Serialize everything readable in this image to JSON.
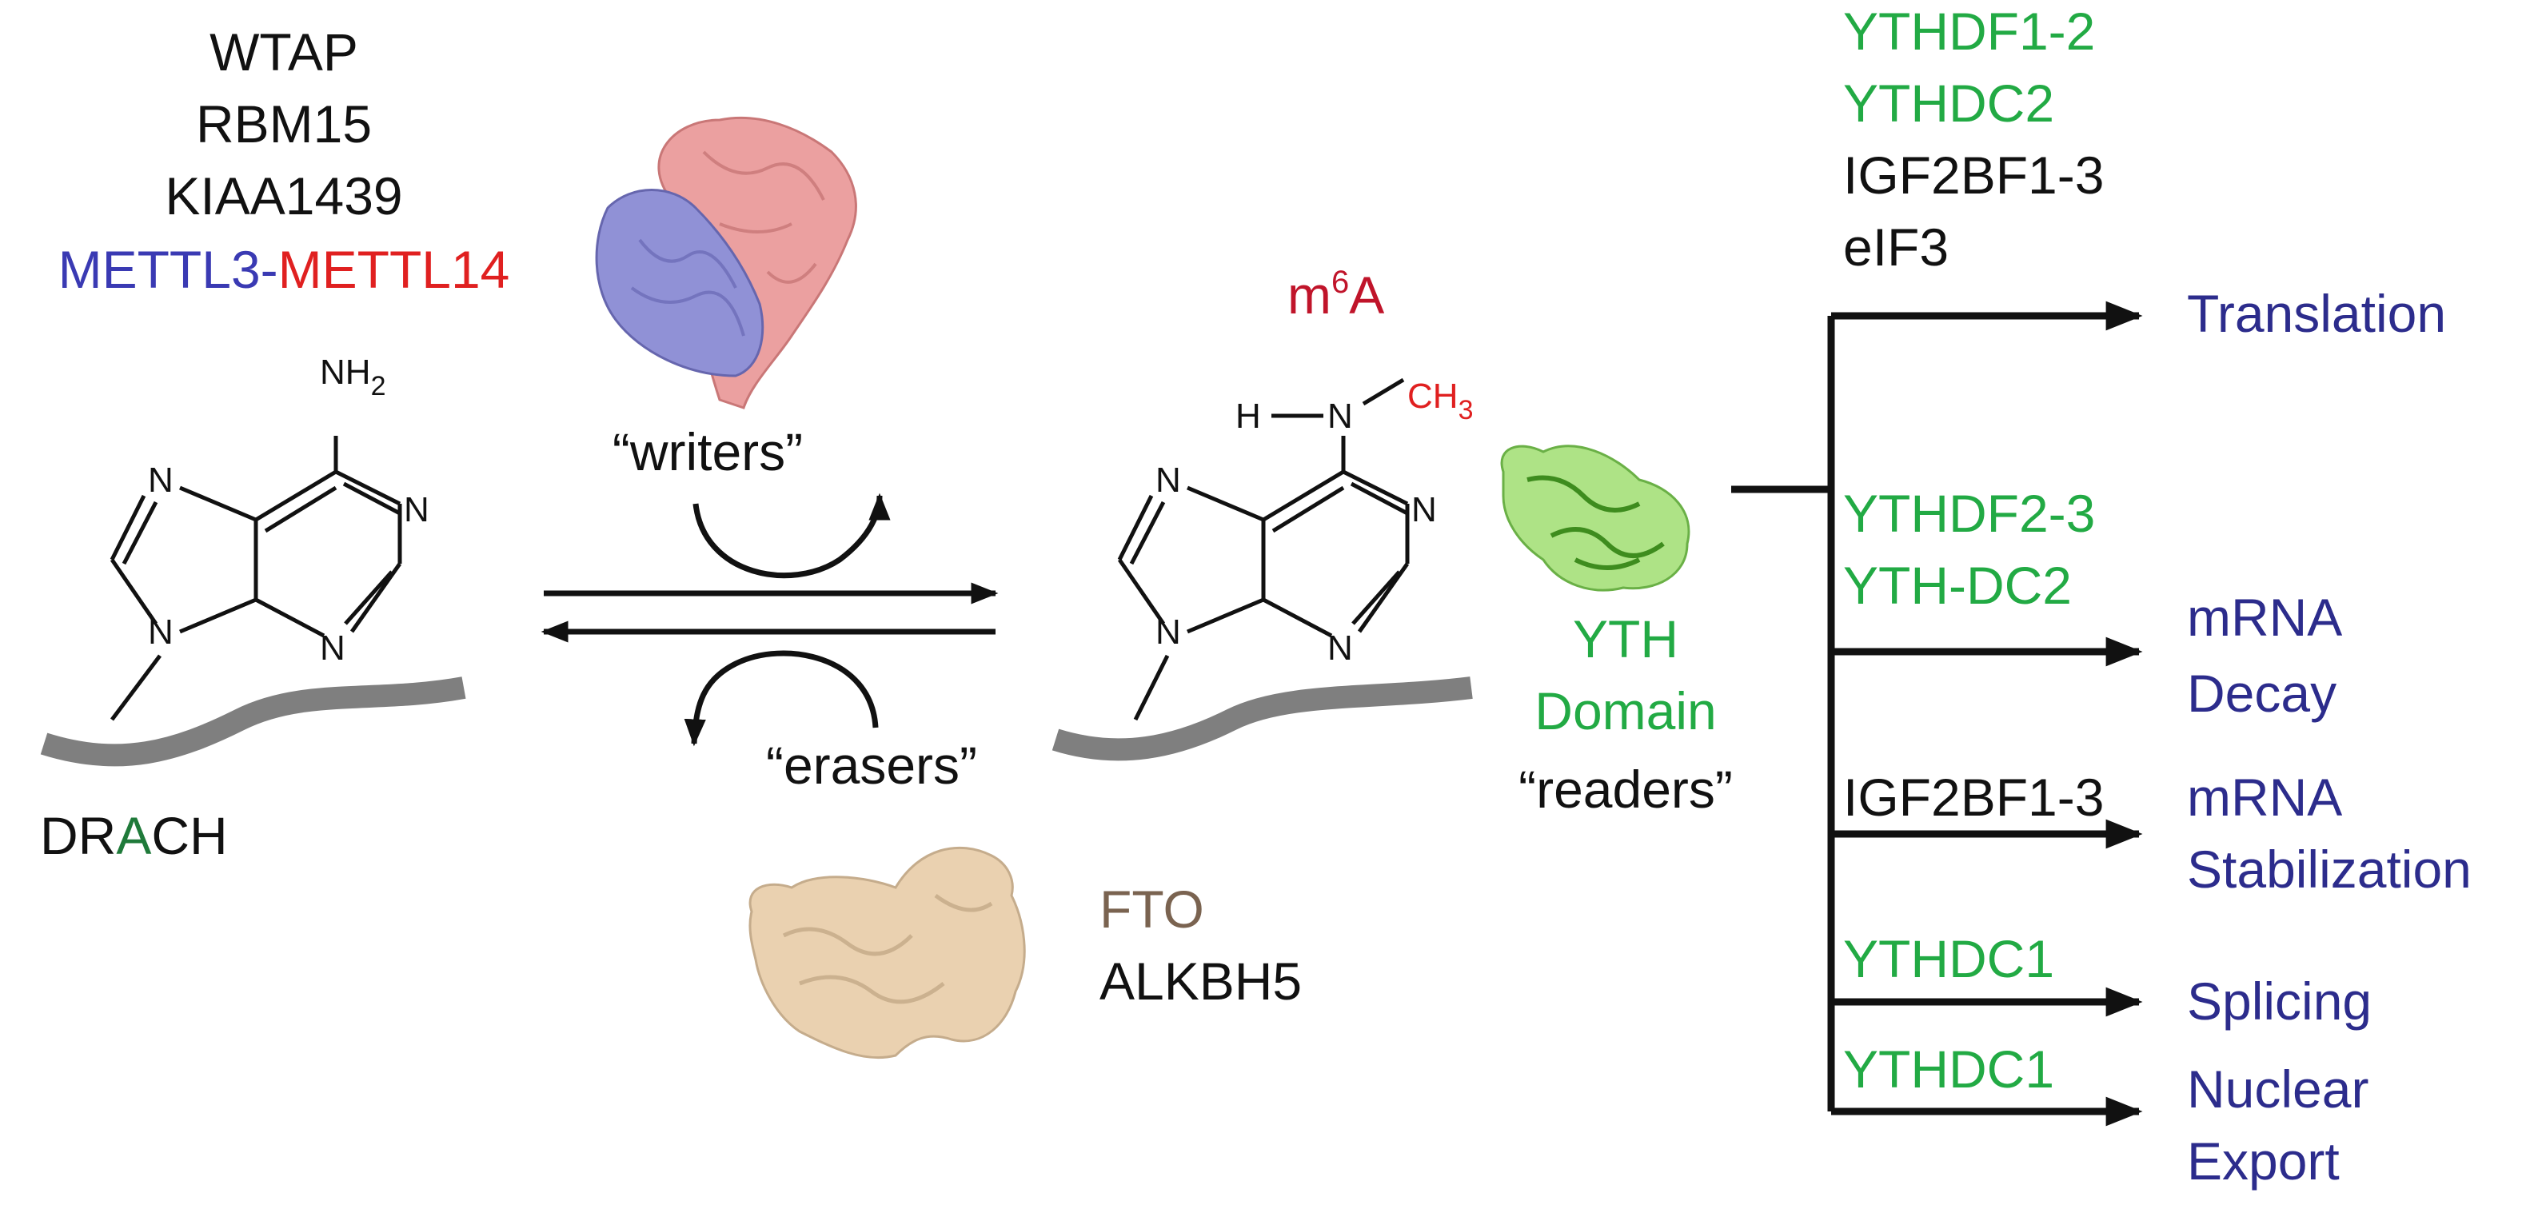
{
  "colors": {
    "black": "#111111",
    "blue": "#3a3ab3",
    "red": "#e02020",
    "darkred": "#c0142a",
    "green": "#22aa44",
    "drach_green": "#1f7a3a",
    "brown": "#7a6350",
    "outcome": "#2c2c8c",
    "rna": "#7f7f7f"
  },
  "writers": {
    "proteins": [
      "WTAP",
      "RBM15",
      "KIAA1439"
    ],
    "complex_part1": "METTL3",
    "dash": "-",
    "complex_part2": "METTL14",
    "label": "“writers”"
  },
  "erasers": {
    "label": "“erasers”",
    "fto": "FTO",
    "alkbh5": "ALKBH5"
  },
  "adenosine": {
    "nh": "NH",
    "sub2": "2",
    "n": "N",
    "motif_pre": "DR",
    "motif_a": "A",
    "motif_post": "CH"
  },
  "m6a": {
    "title_m": "m",
    "title_sup": "6",
    "title_a": "A",
    "h": "H",
    "n": "N",
    "ch": "CH",
    "sub3": "3"
  },
  "readers": {
    "yth1": "YTH",
    "yth2": "Domain",
    "label": "“readers”"
  },
  "branches": [
    {
      "readers": [
        {
          "text": "YTHDF1-2",
          "color": "green"
        },
        {
          "text": "YTHDC2",
          "color": "green"
        },
        {
          "text": "IGF2BF1-3",
          "color": "black"
        },
        {
          "text": "eIF3",
          "color": "black"
        }
      ],
      "outcome": [
        "Translation"
      ]
    },
    {
      "readers": [
        {
          "text": "YTHDF2-3",
          "color": "green"
        },
        {
          "text": "YTH-DC2",
          "color": "green"
        }
      ],
      "outcome": [
        "mRNA",
        "Decay"
      ]
    },
    {
      "readers": [
        {
          "text": "IGF2BF1-3",
          "color": "black"
        }
      ],
      "outcome": [
        "mRNA",
        "Stabilization"
      ]
    },
    {
      "readers": [
        {
          "text": "YTHDC1",
          "color": "green"
        }
      ],
      "outcome": [
        "Splicing"
      ]
    },
    {
      "readers": [
        {
          "text": "YTHDC1",
          "color": "green"
        }
      ],
      "outcome": [
        "Nuclear",
        "Export"
      ]
    }
  ]
}
